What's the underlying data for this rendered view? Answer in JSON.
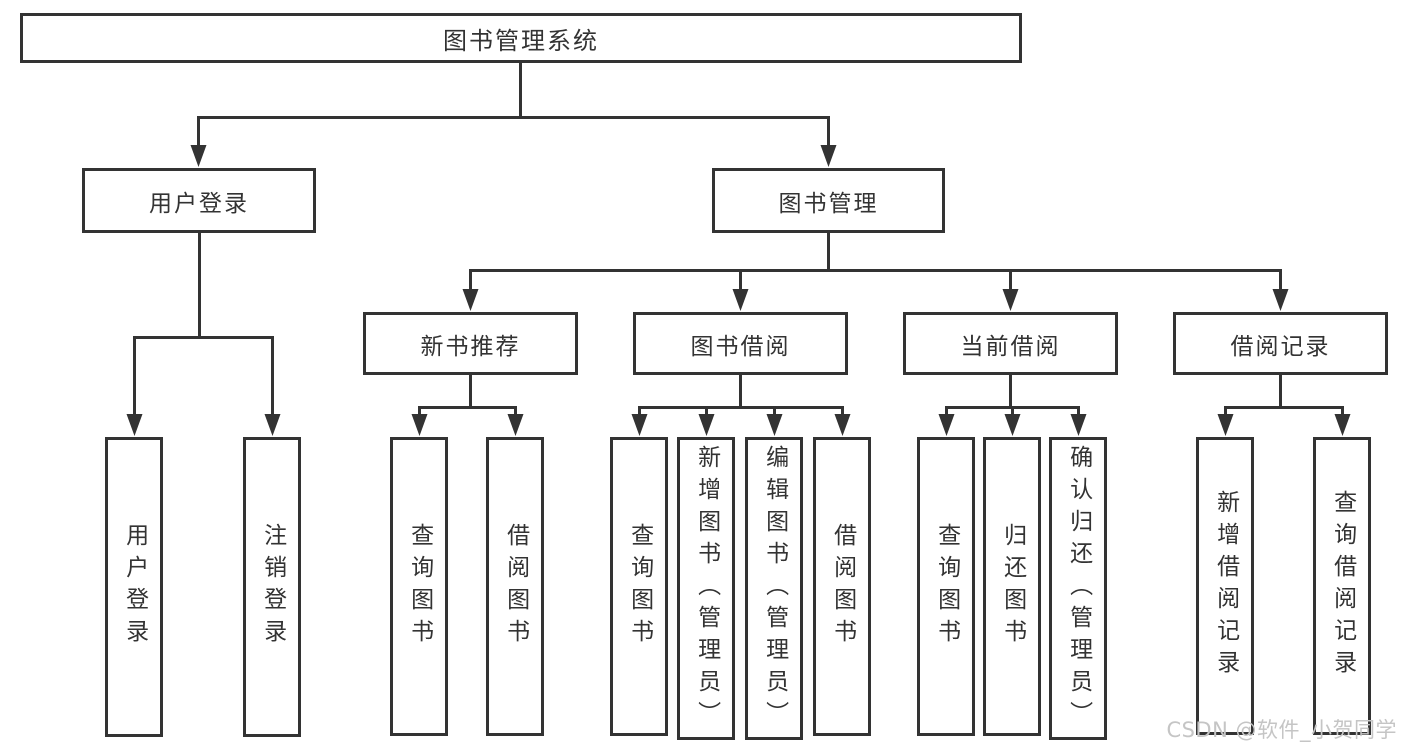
{
  "diagram": {
    "root": {
      "label": "图书管理系统"
    },
    "branches": [
      {
        "label": "用户登录",
        "children": [
          {
            "label": "用户登录"
          },
          {
            "label": "注销登录"
          }
        ]
      },
      {
        "label": "图书管理",
        "children": [
          {
            "label": "新书推荐",
            "children": [
              {
                "label": "查询图书"
              },
              {
                "label": "借阅图书"
              }
            ]
          },
          {
            "label": "图书借阅",
            "children": [
              {
                "label": "查询图书"
              },
              {
                "label": "新增图书（管理员）"
              },
              {
                "label": "编辑图书（管理员）"
              },
              {
                "label": "借阅图书"
              }
            ]
          },
          {
            "label": "当前借阅",
            "children": [
              {
                "label": "查询图书"
              },
              {
                "label": "归还图书"
              },
              {
                "label": "确认归还（管理员）"
              }
            ]
          },
          {
            "label": "借阅记录",
            "children": [
              {
                "label": "新增借阅记录"
              },
              {
                "label": "查询借阅记录"
              }
            ]
          }
        ]
      }
    ]
  },
  "watermark": "CSDN @软件_小贺同学",
  "colors": {
    "line": "#333333",
    "text": "#333333",
    "background": "#ffffff",
    "watermark": "#c5c5c5"
  }
}
